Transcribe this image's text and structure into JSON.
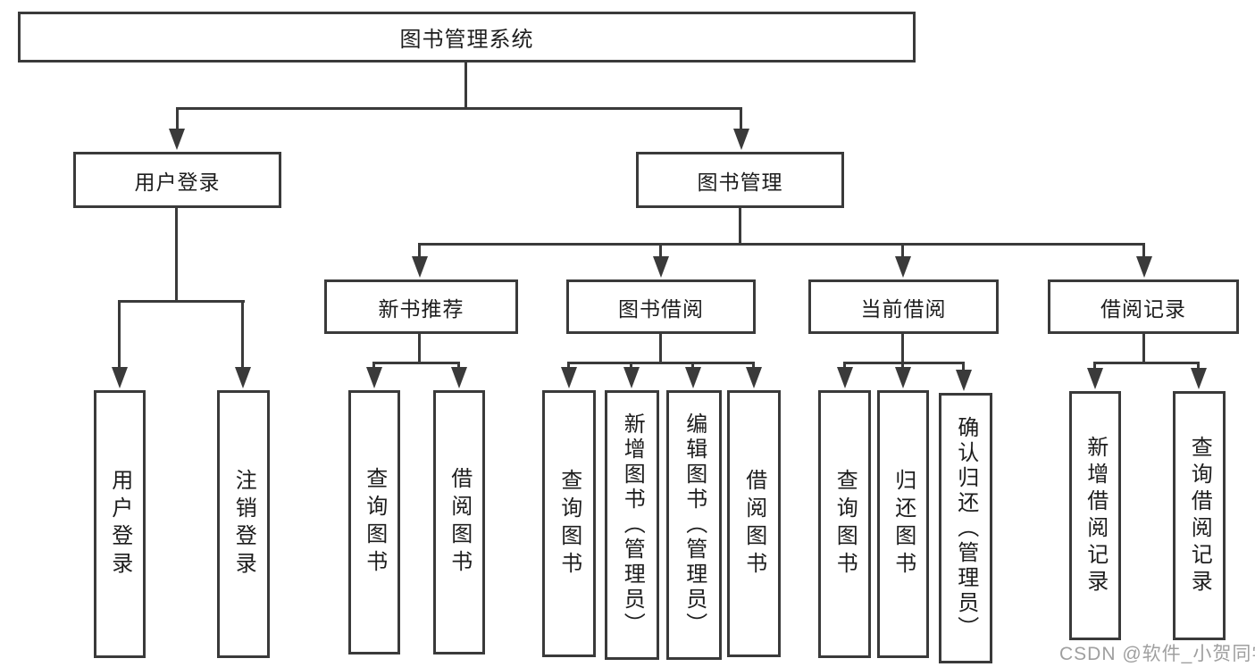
{
  "diagram_type": "hierarchy-diagram",
  "colors": {
    "line": "#3a3a3a",
    "text": "#1d1d1d",
    "background": "#ffffff",
    "watermark": "#9f9f9f"
  },
  "tree": {
    "label": "图书管理系统",
    "children": [
      {
        "label": "用户登录",
        "children": [
          {
            "label": "用户登录"
          },
          {
            "label": "注销登录"
          }
        ]
      },
      {
        "label": "图书管理",
        "children": [
          {
            "label": "新书推荐",
            "children": [
              {
                "label": "查询图书"
              },
              {
                "label": "借阅图书"
              }
            ]
          },
          {
            "label": "图书借阅",
            "children": [
              {
                "label": "查询图书"
              },
              {
                "label": "新增图书（管理员）"
              },
              {
                "label": "编辑图书（管理员）"
              },
              {
                "label": "借阅图书"
              }
            ]
          },
          {
            "label": "当前借阅",
            "children": [
              {
                "label": "查询图书"
              },
              {
                "label": "归还图书"
              },
              {
                "label": "确认归还（管理员）"
              }
            ]
          },
          {
            "label": "借阅记录",
            "children": [
              {
                "label": "新增借阅记录"
              },
              {
                "label": "查询借阅记录"
              }
            ]
          }
        ]
      }
    ]
  },
  "watermark": {
    "text": "CSDN @软件_小贺同学"
  }
}
